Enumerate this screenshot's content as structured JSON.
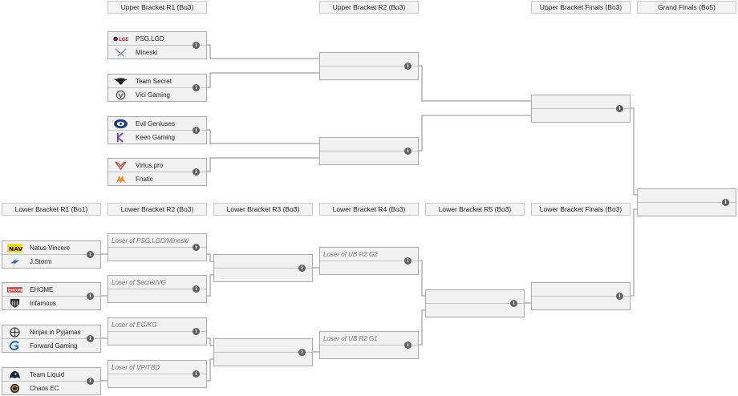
{
  "headers": {
    "ub_r1": "Upper Bracket R1 (Bo3)",
    "ub_r2": "Upper Bracket R2 (Bo3)",
    "ub_finals": "Upper Bracket Finals (Bo3)",
    "grand_finals": "Grand Finals (Bo5)",
    "lb_r1": "Lower Bracket R1 (Bo1)",
    "lb_r2": "Lower Bracket R2 (Bo3)",
    "lb_r3": "Lower Bracket R3 (Bo3)",
    "lb_r4": "Lower Bracket R4 (Bo3)",
    "lb_r5": "Lower Bracket R5 (Bo3)",
    "lb_finals": "Lower Bracket Finals (Bo3)"
  },
  "info_glyph": "i",
  "matches": {
    "ub_r1_m1": [
      "PSG.LGD",
      "Mineski"
    ],
    "ub_r1_m2": [
      "Team Secret",
      "Vici Gaming"
    ],
    "ub_r1_m3": [
      "Evil Geniuses",
      "Keen Gaming"
    ],
    "ub_r1_m4": [
      "Virtus.pro",
      "Fnatic"
    ],
    "ub_r2_m1": [
      "",
      ""
    ],
    "ub_r2_m2": [
      "",
      ""
    ],
    "ub_finals": [
      "",
      ""
    ],
    "grand_finals": [
      "",
      ""
    ],
    "lb_r1_m1": [
      "Natus Vincere",
      "J.Storm"
    ],
    "lb_r1_m2": [
      "EHOME",
      "Infamous"
    ],
    "lb_r1_m3": [
      "Ninjas in Pyjamas",
      "Forward Gaming"
    ],
    "lb_r1_m4": [
      "Team Liquid",
      "Chaos EC"
    ],
    "lb_r2_m1": [
      "Loser of PSG.LGD/Mineski",
      ""
    ],
    "lb_r2_m2": [
      "Loser of Secret/VG",
      ""
    ],
    "lb_r2_m3": [
      "Loser of EG/KG",
      ""
    ],
    "lb_r2_m4": [
      "Loser of VP/TBD",
      ""
    ],
    "lb_r3_m1": [
      "",
      ""
    ],
    "lb_r3_m2": [
      "",
      ""
    ],
    "lb_r4_m1": [
      "Loser of UB R2 G2",
      ""
    ],
    "lb_r4_m2": [
      "Loser of UB R2 G1",
      ""
    ],
    "lb_r5_m1": [
      "",
      ""
    ],
    "lb_finals": [
      "",
      ""
    ]
  },
  "colors": {
    "line": "#8a8a8a",
    "slot_bg": "#f2f2f2",
    "header_bg": "#f3f3f3"
  }
}
